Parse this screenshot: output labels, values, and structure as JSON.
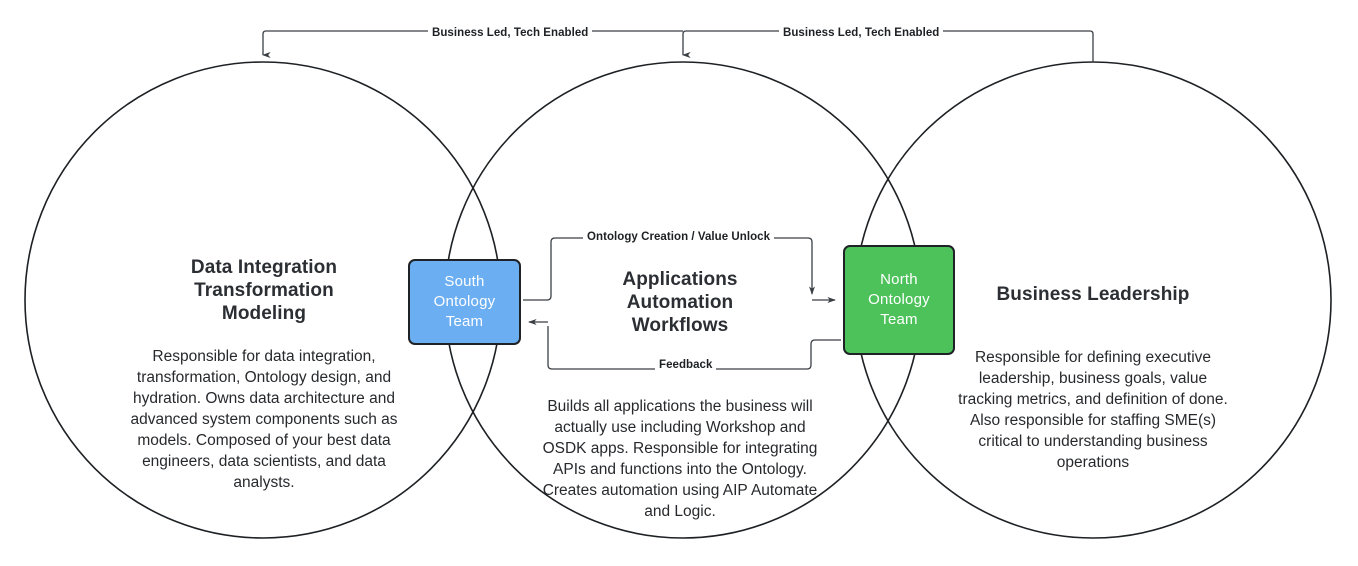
{
  "diagram": {
    "type": "venn-operating-model",
    "background_color": "#ffffff",
    "stroke_color": "#1d2124"
  },
  "lobes": [
    {
      "id": "left",
      "title": "Data Integration\nTransformation\nModeling",
      "title_lines": [
        "Data Integration",
        "Transformation",
        "Modeling"
      ],
      "body": "Responsible for data integration, transformation, Ontology design, and hydration. Owns data architecture and advanced system components such as models. Composed of your best data engineers, data scientists, and data analysts."
    },
    {
      "id": "center",
      "title_lines": [
        "Applications",
        "Automation",
        "Workflows"
      ],
      "body": "Builds all applications the business will actually use including Workshop and OSDK apps. Responsible for integrating APIs and functions into the Ontology. Creates automation using AIP Automate and Logic."
    },
    {
      "id": "right",
      "title_lines": [
        "Business Leadership"
      ],
      "body": "Responsible for defining executive leadership, business goals, value tracking metrics, and definition of done. Also responsible for staffing SME(s) critical to understanding business operations"
    }
  ],
  "boxes": {
    "south": {
      "lines": [
        "South",
        "Ontology",
        "Team"
      ],
      "fill": "#6BAEF2",
      "stroke": "#1f2327",
      "text_color": "#ffffff"
    },
    "north": {
      "lines": [
        "North",
        "Ontology",
        "Team"
      ],
      "fill": "#4DC25B",
      "stroke": "#1f2327",
      "text_color": "#ffffff"
    }
  },
  "edge_labels": {
    "business_led_left": "Business Led, Tech Enabled",
    "business_led_right": "Business Led, Tech Enabled",
    "ontology_creation": "Ontology Creation / Value Unlock",
    "feedback": "Feedback"
  }
}
